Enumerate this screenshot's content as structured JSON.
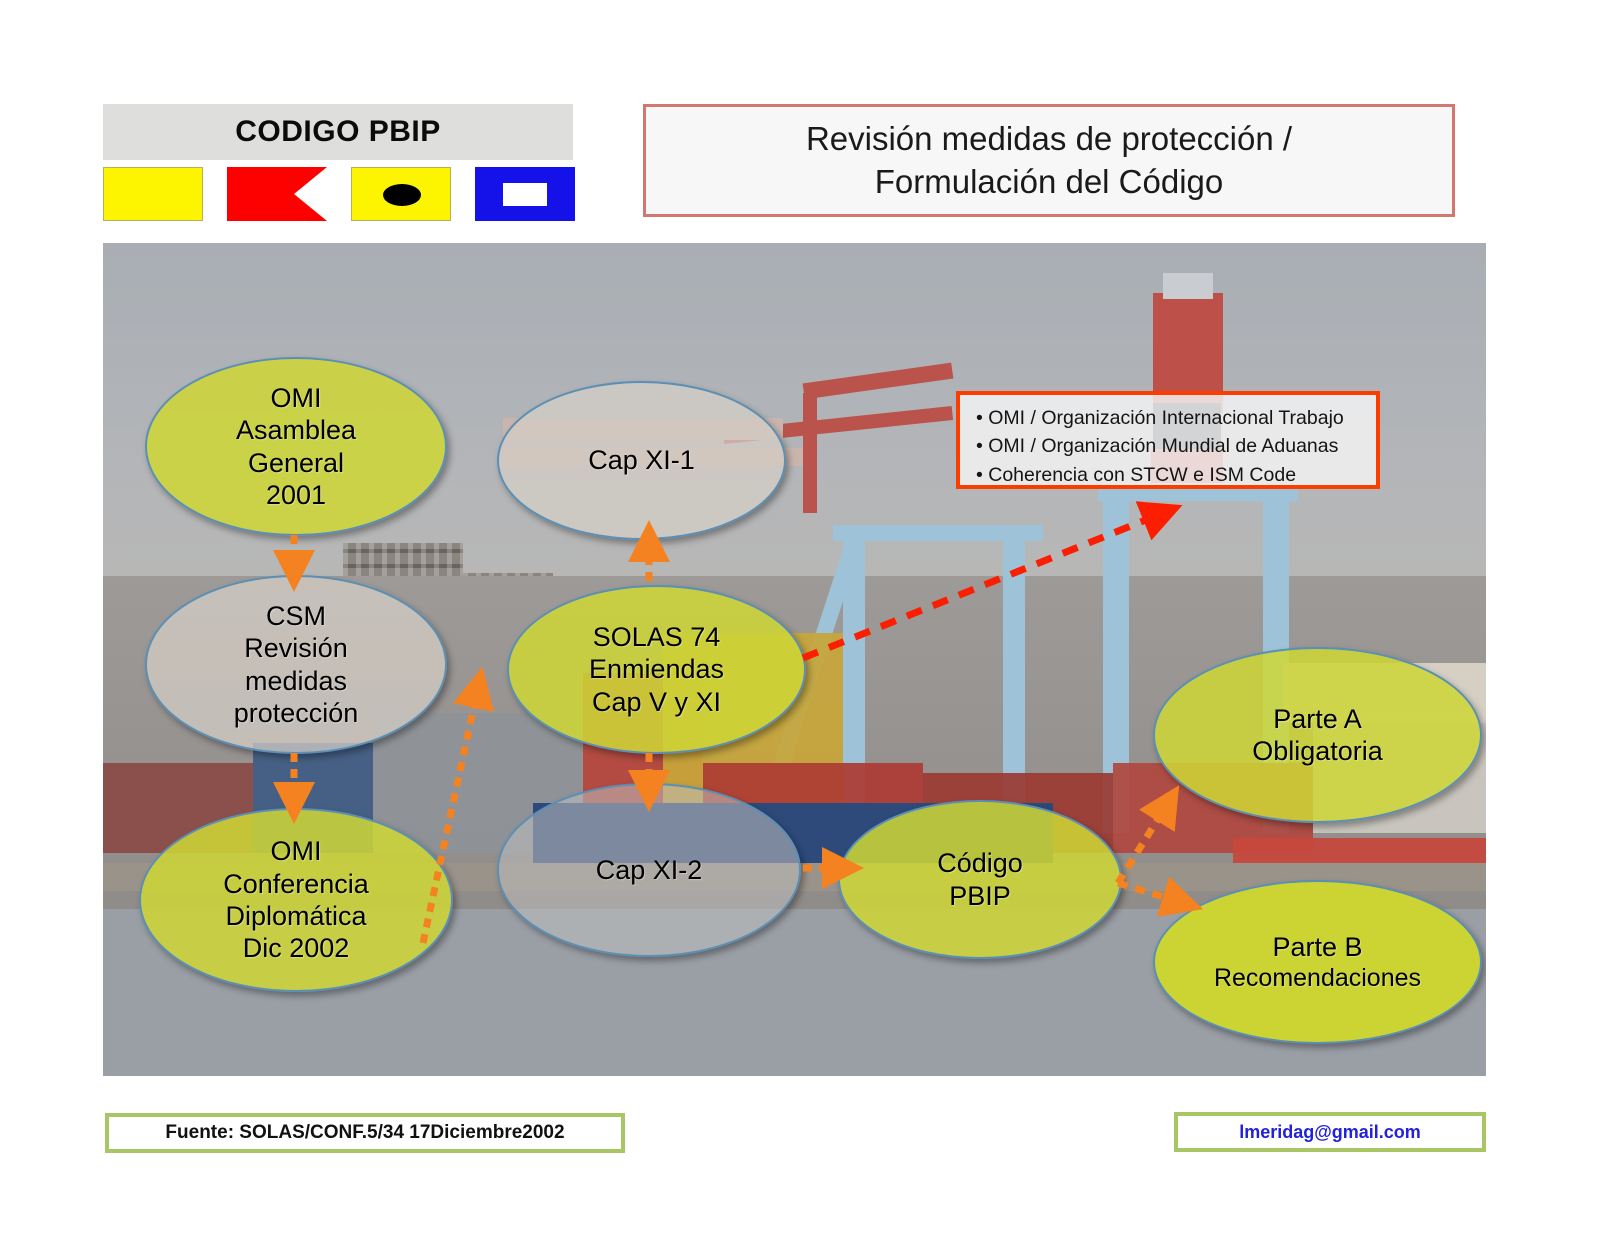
{
  "header": {
    "band_title": "CODIGO PBIP",
    "flags": [
      {
        "name": "flag-signal-s",
        "color": "#1412e8"
      },
      {
        "name": "flag-signal-b",
        "color": "#fd0000"
      },
      {
        "name": "flag-signal-i",
        "color": "#fdf500"
      },
      {
        "name": "flag-signal-p",
        "color": "#1412e8"
      }
    ],
    "title_line1": "Revisión medidas de protección /",
    "title_line2": "Formulación del Código",
    "title_border_color": "#d4776e"
  },
  "callout": {
    "bullets": [
      "• OMI / Organización Internacional Trabajo",
      "• OMI / Organización Mundial de Aduanas",
      "• Coherencia con STCW e ISM Code"
    ],
    "border_color": "#fb3e00"
  },
  "diagram": {
    "nodes": [
      {
        "id": "omi-asamblea",
        "lines": [
          "OMI",
          "Asamblea",
          "General",
          "2001"
        ],
        "fill": "#ced636"
      },
      {
        "id": "csm-revision",
        "lines": [
          "CSM",
          "Revisión",
          "medidas",
          "protección"
        ],
        "fill": "#d6cec6"
      },
      {
        "id": "omi-conferencia",
        "lines": [
          "OMI",
          "Conferencia",
          "Diplomática",
          "Dic 2002"
        ],
        "fill": "#ced636"
      },
      {
        "id": "cap-xi-1",
        "lines": [
          "Cap XI-1"
        ],
        "fill": "#d6cec6"
      },
      {
        "id": "solas-74",
        "lines": [
          "SOLAS 74",
          "Enmiendas",
          "Cap V y XI"
        ],
        "fill": "#ced636"
      },
      {
        "id": "cap-xi-2",
        "lines": [
          "Cap XI-2"
        ],
        "fill": "#bebebe"
      },
      {
        "id": "codigo-pbip",
        "lines": [
          "Código",
          "PBIP"
        ],
        "fill": "#ced636"
      },
      {
        "id": "parte-a",
        "lines": [
          "Parte A",
          "Obligatoria"
        ],
        "fill": "#ced636"
      },
      {
        "id": "parte-b",
        "lines": [
          "Parte B",
          "Recomendaciones"
        ],
        "fill": "#ced636"
      }
    ],
    "arrow_color_orange": "#f58220",
    "arrow_color_red": "#fb1e00"
  },
  "footer": {
    "source": "Fuente: SOLAS/CONF.5/34 17Diciembre2002",
    "email": "lmeridag@gmail.com",
    "border_color": "#a8c764"
  }
}
